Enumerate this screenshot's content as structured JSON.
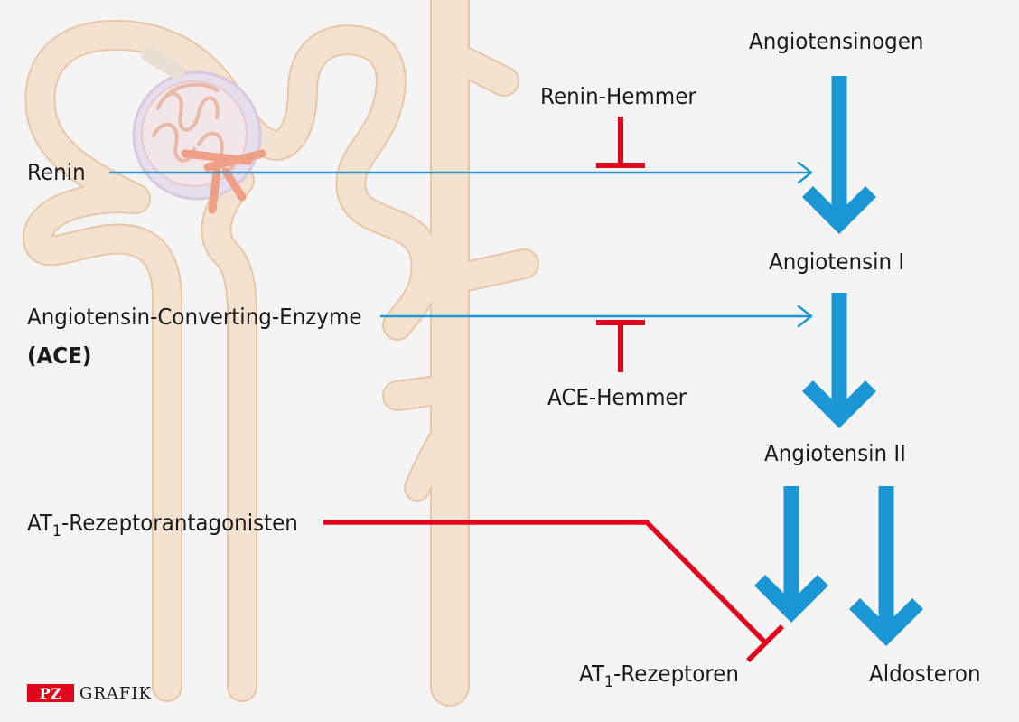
{
  "labels": {
    "angiotensinogen": "Angiotensinogen",
    "renin_hemmer": "Renin-Hemmer",
    "renin": "Renin",
    "angiotensin_i": "Angiotensin I",
    "ace_line1": "Angiotensin-Converting-Enzyme",
    "ace_line2": "(ACE)",
    "ace_hemmer": "ACE-Hemmer",
    "angiotensin_ii": "Angiotensin II",
    "at1_prefix": "AT",
    "at1_sub": "1",
    "at1_antagonist_suffix": "-Rezeptorantagonisten",
    "at1_receptor_suffix": "-Rezeptoren",
    "aldosteron": "Aldosteron"
  },
  "logo": {
    "badge": "PZ",
    "text": "GRAFIK"
  },
  "colors": {
    "background": "#f5f4f4",
    "pathway_arrow": "#1c97d6",
    "inhibitor": "#e3051b",
    "nephron_fill": "#f4e2d0",
    "nephron_outline": "#e9c7a6",
    "glomerulus": "#e6dded",
    "text": "#1b1b1b"
  }
}
